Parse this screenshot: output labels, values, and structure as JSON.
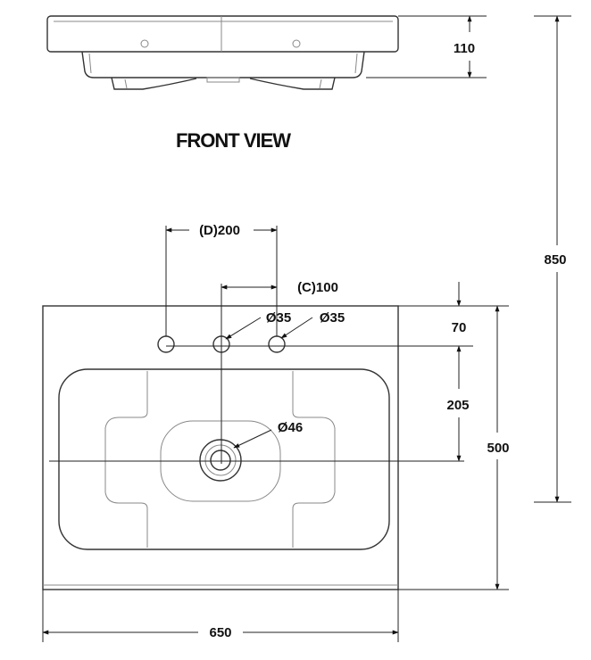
{
  "drawing": {
    "front_title": "FRONT VIEW",
    "dims": {
      "front_height": "110",
      "total_height": "850",
      "tap_spread": "(D)200",
      "center_offset": "(C)100",
      "hole_left": "Ø35",
      "hole_right": "Ø35",
      "waste": "Ø46",
      "top_to_holes": "70",
      "holes_to_waste": "205",
      "depth": "500",
      "width": "650"
    }
  }
}
